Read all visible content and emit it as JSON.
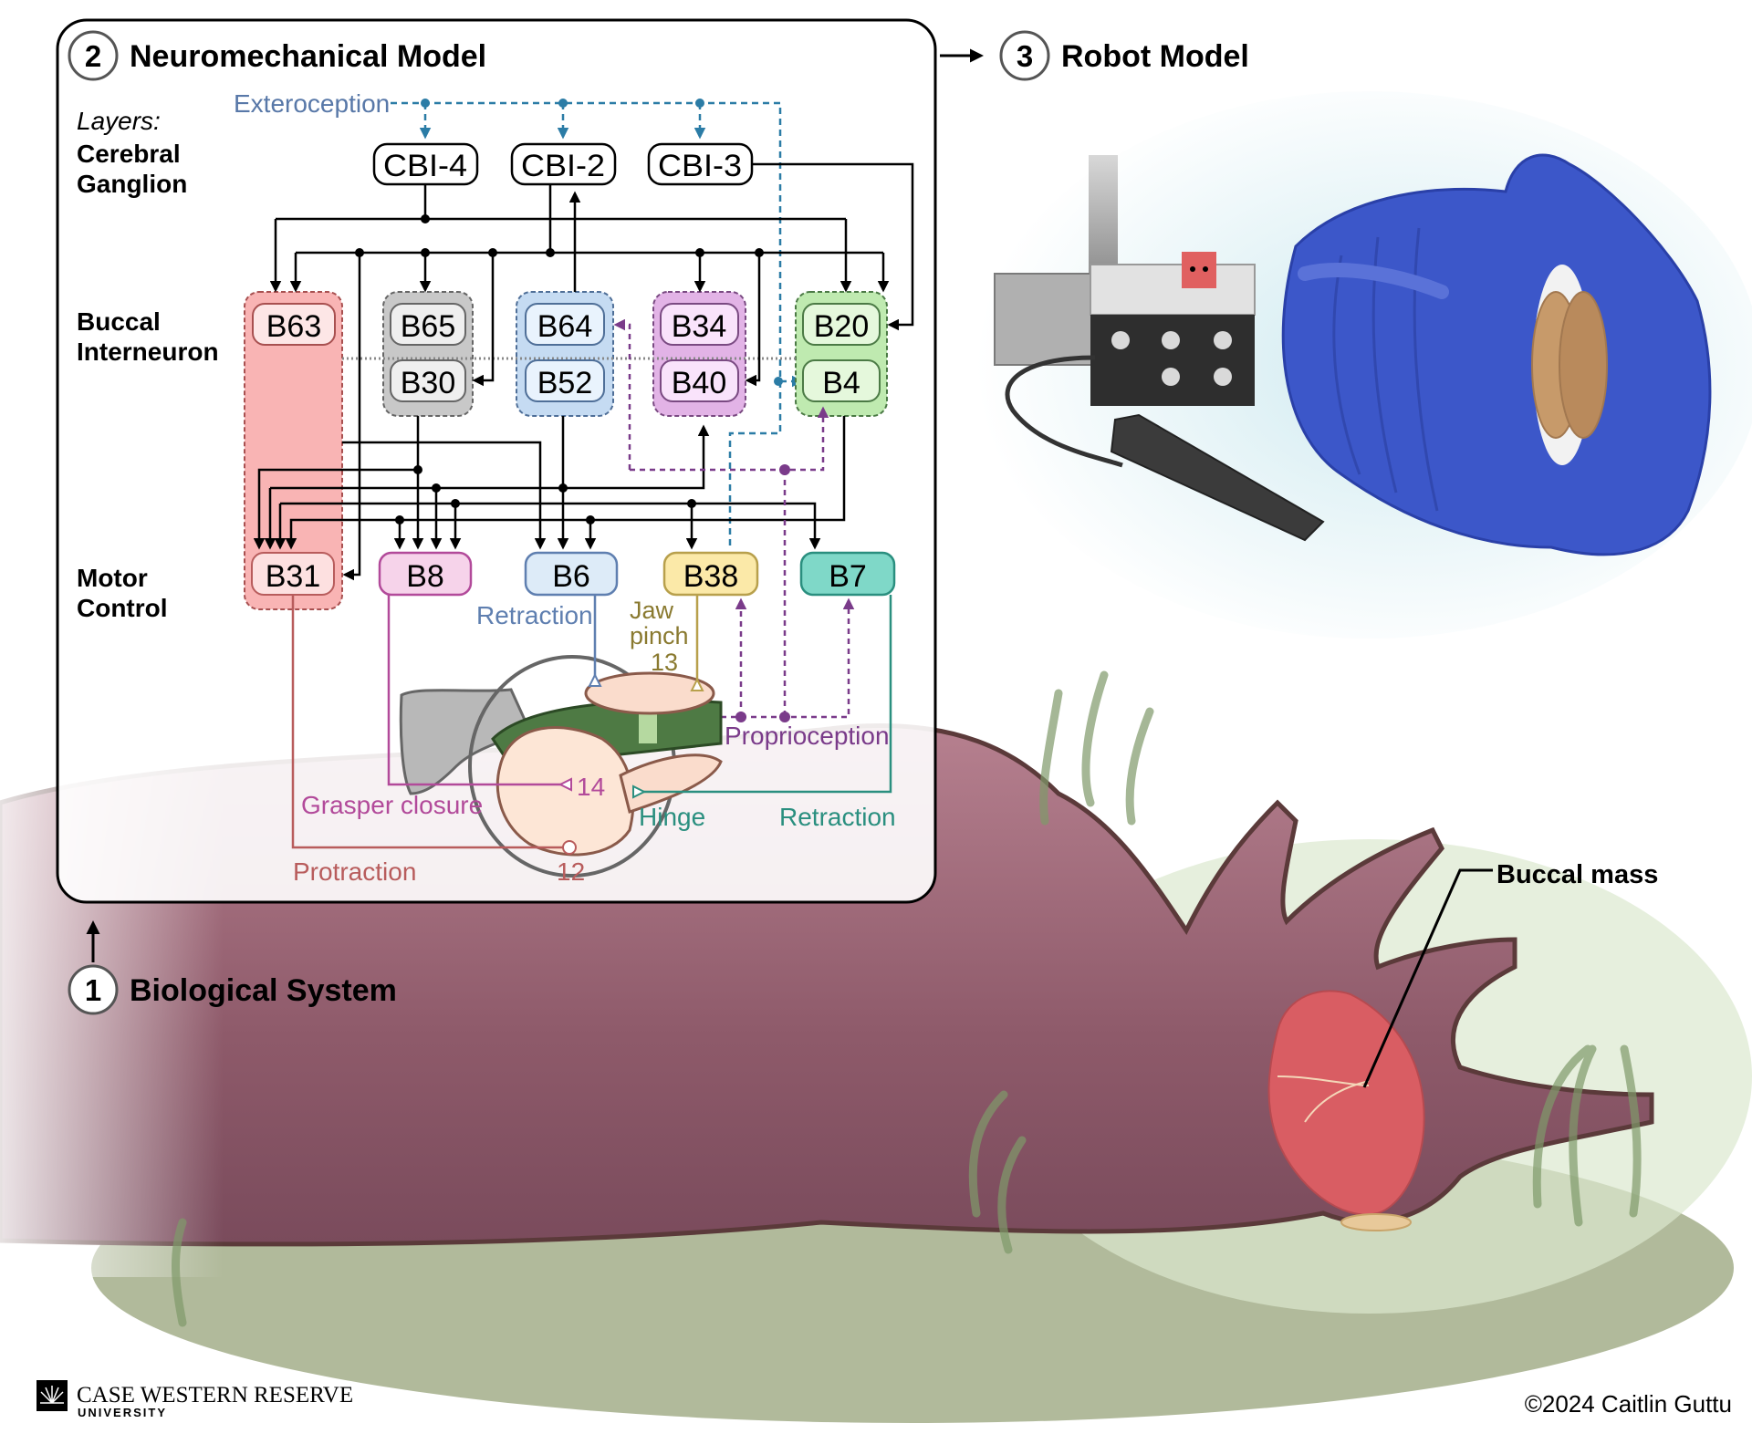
{
  "sections": {
    "neuromechanical": {
      "number": "2",
      "title": "Neuromechanical Model"
    },
    "robot": {
      "number": "3",
      "title": "Robot Model"
    },
    "biological": {
      "number": "1",
      "title": "Biological System"
    }
  },
  "layers": {
    "heading": "Layers:",
    "cerebral": [
      "Cerebral",
      "Ganglion"
    ],
    "buccal": [
      "Buccal",
      "Interneuron"
    ],
    "motor": [
      "Motor",
      "Control"
    ]
  },
  "sensory": {
    "exteroception": "Exteroception",
    "proprioception": "Proprioception"
  },
  "cerebral_neurons": [
    "CBI-4",
    "CBI-2",
    "CBI-3"
  ],
  "interneuron_groups": [
    {
      "top": "B63",
      "bottom": "",
      "color": "#f9b4b4"
    },
    {
      "top": "B65",
      "bottom": "B30",
      "color": "#c8c8c8"
    },
    {
      "top": "B64",
      "bottom": "B52",
      "color": "#c5dbf2"
    },
    {
      "top": "B34",
      "bottom": "B40",
      "color": "#e2b3e6"
    },
    {
      "top": "B20",
      "bottom": "B4",
      "color": "#bfeab0"
    }
  ],
  "motor_neurons": [
    {
      "label": "B31",
      "fill": "#fde0e0",
      "stroke": "#b85c5c"
    },
    {
      "label": "B8",
      "fill": "#f6d3ea",
      "stroke": "#b24a9a"
    },
    {
      "label": "B6",
      "fill": "#ddebf8",
      "stroke": "#5f7fb0"
    },
    {
      "label": "B38",
      "fill": "#fbe9a8",
      "stroke": "#b8a04c"
    },
    {
      "label": "B7",
      "fill": "#7fd8c8",
      "stroke": "#2a8f7f"
    }
  ],
  "muscle_labels": {
    "retraction_i2": "Retraction",
    "jaw_pinch": [
      "Jaw",
      "pinch",
      "13"
    ],
    "grasper_closure": "Grasper closure",
    "i4_number": "14",
    "hinge": "Hinge",
    "retraction_hinge": "Retraction",
    "protraction": "Protraction",
    "i2_number": "12"
  },
  "annotation": {
    "buccal_mass": "Buccal mass"
  },
  "footer": {
    "university": "CASE WESTERN RESERVE",
    "university_sub": "UNIVERSITY",
    "copyright": "©2024 Caitlin Guttu"
  },
  "colors": {
    "exteroception": "#2b7ca6",
    "proprioception": "#7a3b8a",
    "robot_blue": "#3a55c8",
    "slug": "#8e5a6a"
  }
}
